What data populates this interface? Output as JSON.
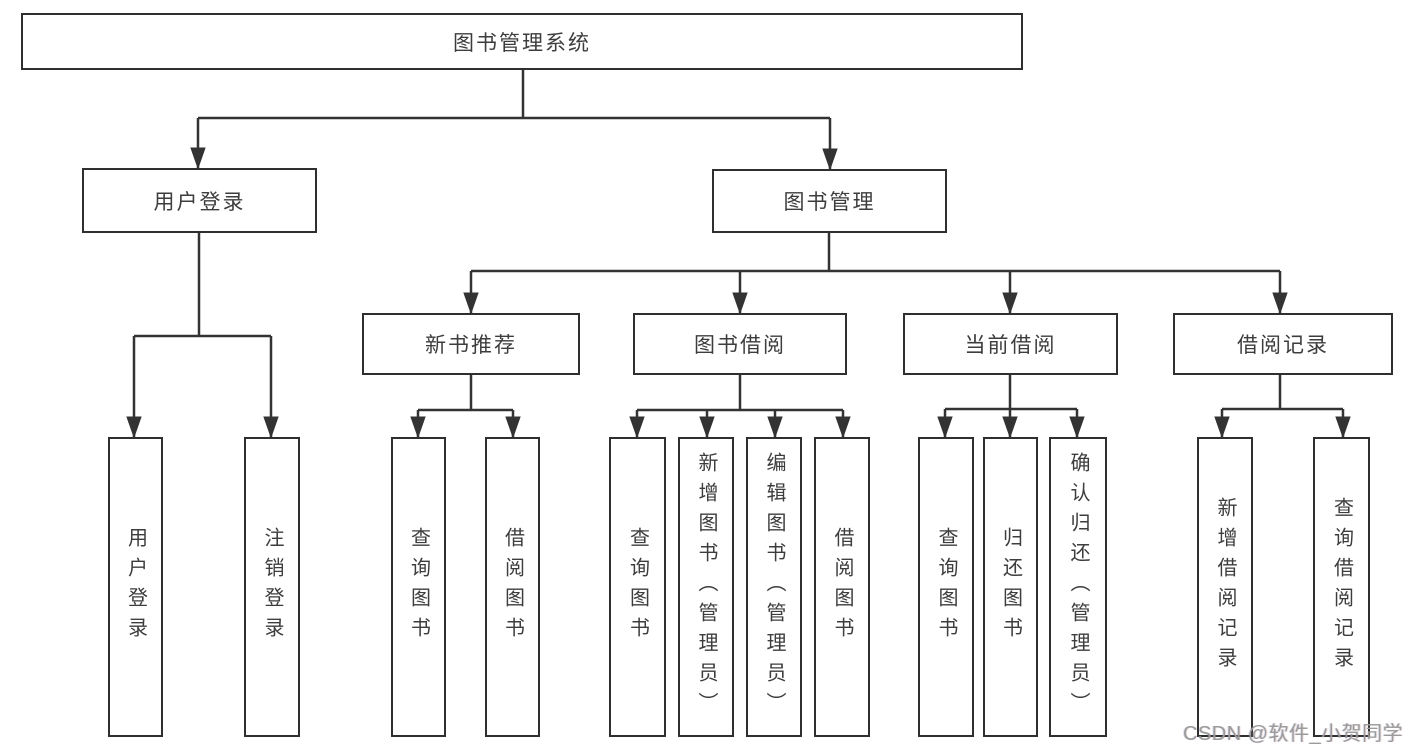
{
  "diagram_title": "图书管理系统",
  "tree": {
    "root": {
      "label": "图书管理系统"
    },
    "branches": [
      {
        "label": "用户登录",
        "children": [
          {
            "label": "用户登录"
          },
          {
            "label": "注销登录"
          }
        ]
      },
      {
        "label": "图书管理",
        "children": [
          {
            "label": "新书推荐",
            "children": [
              {
                "label": "查询图书"
              },
              {
                "label": "借阅图书"
              }
            ]
          },
          {
            "label": "图书借阅",
            "children": [
              {
                "label": "查询图书"
              },
              {
                "label": "新增图书（管理员）"
              },
              {
                "label": "编辑图书（管理员）"
              },
              {
                "label": "借阅图书"
              }
            ]
          },
          {
            "label": "当前借阅",
            "children": [
              {
                "label": "查询图书"
              },
              {
                "label": "归还图书"
              },
              {
                "label": "确认归还（管理员）"
              }
            ]
          },
          {
            "label": "借阅记录",
            "children": [
              {
                "label": "新增借阅记录"
              },
              {
                "label": "查询借阅记录"
              }
            ]
          }
        ]
      }
    ]
  },
  "watermark": "CSDN @软件_小贺同学",
  "colors": {
    "background": "#ffffff",
    "line": "#333333",
    "box_border": "#2f2f2f",
    "box_fill": "#ffffff",
    "text": "#3d3d3d",
    "watermark": "#9b9b9b"
  }
}
